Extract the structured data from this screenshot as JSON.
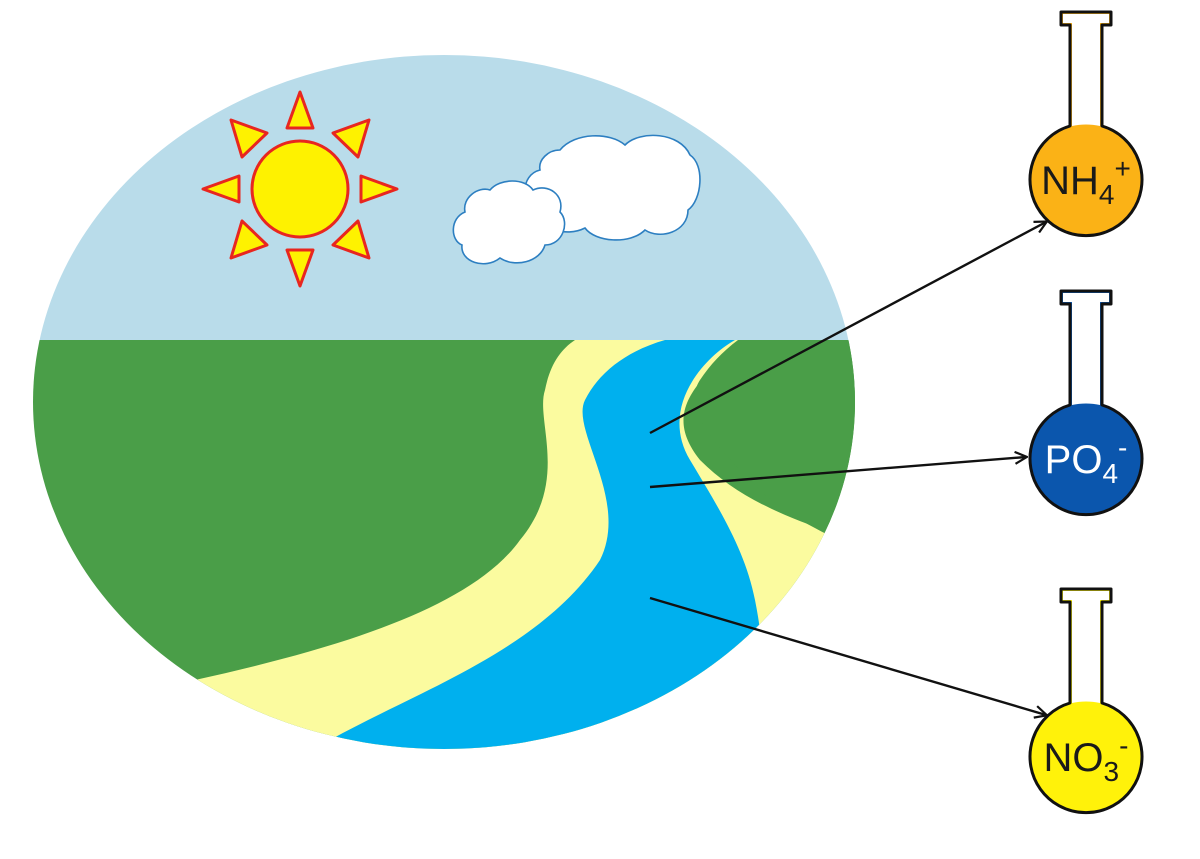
{
  "colors": {
    "sky": "#b9dcea",
    "grass": "#4a9e48",
    "bank": "#fbfb9f",
    "river": "#00b0ee",
    "sun_fill": "#fef200",
    "sun_stroke": "#e8261f",
    "cloud_fill": "#ffffff",
    "cloud_stroke": "#2d7fc1",
    "arrow": "#111111",
    "flask_outline": "#111111"
  },
  "flasks": [
    {
      "id": "ammonium",
      "base": "NH",
      "sub": "4",
      "sup": "+",
      "fill": "#fbb216",
      "text_color": "#1a1a1a"
    },
    {
      "id": "phosphate",
      "base": "PO",
      "sub": "4",
      "sup": "-",
      "fill": "#0b56ad",
      "text_color": "#ffffff"
    },
    {
      "id": "nitrate",
      "base": "NO",
      "sub": "3",
      "sup": "-",
      "fill": "#fff20a",
      "text_color": "#1a1a1a"
    }
  ]
}
